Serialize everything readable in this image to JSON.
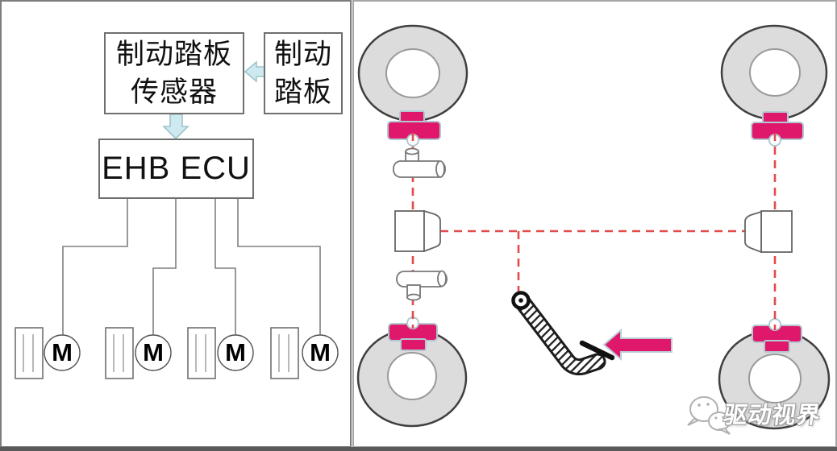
{
  "left_panel": {
    "sensor_box": {
      "line1": "制动踏板",
      "line2": "传感器"
    },
    "pedal_box": {
      "line1": "制动",
      "line2": "踏板"
    },
    "ecu_box": {
      "label": "EHB ECU"
    },
    "motors": [
      {
        "label": "M"
      },
      {
        "label": "M"
      },
      {
        "label": "M"
      },
      {
        "label": "M"
      }
    ]
  },
  "right_panel": {
    "watermark": {
      "text": "驱动视界",
      "icon": "wechat-chat-bubbles-icon"
    },
    "components": [
      "brake-disc-wheel",
      "brake-caliper",
      "tee-pipe-fitting",
      "hydraulic-actuator-unit",
      "brake-pedal-hatched",
      "press-direction-arrow"
    ]
  },
  "colors": {
    "caliper_pink": "#e0186c",
    "caliper_outline": "#b2c9d2",
    "arrow_pink": "#e0186c",
    "dashed_line_red": "#e34b4b",
    "wheel_gray_fill": "#dcdcdc",
    "wheel_outline": "#3f3f3f",
    "wire_gray": "#7f7f7f",
    "blue_arrow_fill": "#cdeaf0",
    "blue_arrow_stroke": "#9fc4cc"
  }
}
